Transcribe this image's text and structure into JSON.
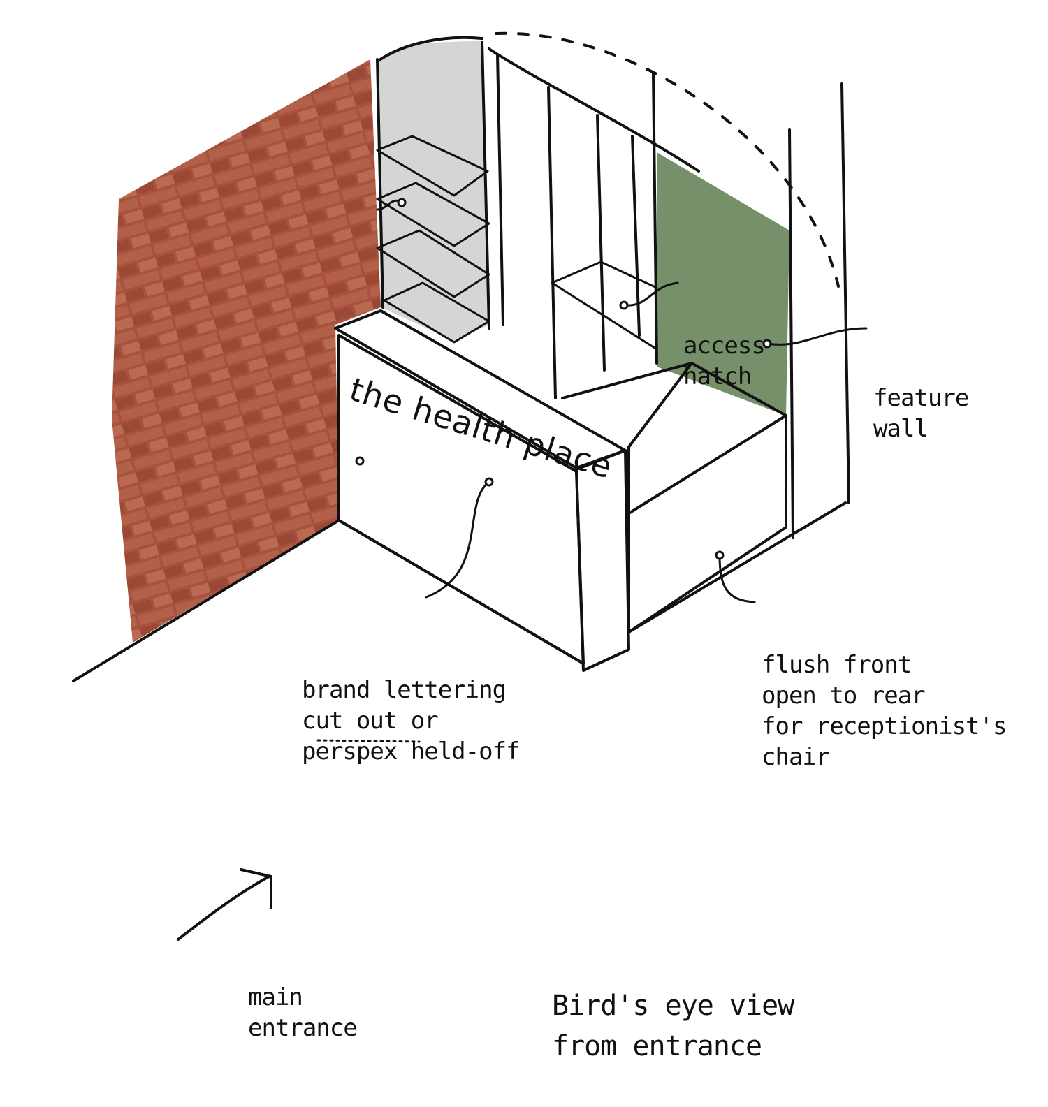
{
  "colors": {
    "brick": "#a8513c",
    "mortar": "#c9b8a6",
    "counter_top": "#8fc0d3",
    "shelf_glass": "#c7e3ea",
    "alcove_wall": "#d3d6d3",
    "feature_wall": "#76906a",
    "ink": "#111111"
  },
  "brand_text": "the health place",
  "labels": {
    "access_hatch": [
      "access",
      "hatch"
    ],
    "feature_wall": [
      "feature",
      "wall"
    ],
    "brand_lettering": [
      "brand lettering",
      "cut out or",
      "perspex held-off"
    ],
    "flush_front": [
      "flush front",
      "open to rear",
      "for receptionist's",
      "chair"
    ],
    "main_entrance": [
      "main",
      "entrance"
    ],
    "view_title": [
      "Bird's eye view",
      "from entrance"
    ]
  }
}
